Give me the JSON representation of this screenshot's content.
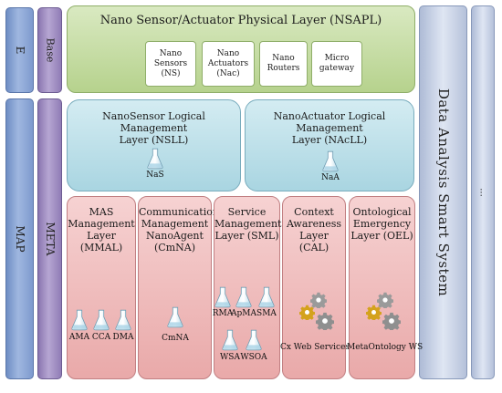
{
  "left_columns": {
    "e": "E",
    "base": "Base",
    "map": "MAP",
    "meta": "META"
  },
  "right_columns": {
    "data_analysis": "Data Analysis Smart System",
    "ellipsis": "..."
  },
  "nsapl": {
    "title": "Nano Sensor/Actuator Physical Layer (NSAPL)",
    "boxes": [
      "Nano\nSensors\n(NS)",
      "Nano\nActuators\n(Nac)",
      "Nano\nRouters",
      "Micro\ngateway"
    ]
  },
  "nsll": {
    "title": "NanoSensor Logical Management\nLayer (NSLL)",
    "agent": "NaS"
  },
  "nacll": {
    "title": "NanoActuator Logical Management\nLayer (NAcLL)",
    "agent": "NaA"
  },
  "mmal": {
    "title": "MAS\nManagement\nLayer\n(MMAL)",
    "agents": [
      "AMA",
      "CCA",
      "DMA"
    ]
  },
  "cmna": {
    "title": "Communication\nManagement\nNanoAgent\n(CmNA)",
    "agent": "CmNA"
  },
  "sml": {
    "title": "Service\nManagement\nLayer (SML)",
    "agents": [
      "RMA",
      "ApMA",
      "SMA",
      "WSA",
      "WSOA"
    ]
  },
  "cal": {
    "title": "Context\nAwareness\nLayer\n(CAL)",
    "label": "Cx Web Services"
  },
  "oel": {
    "title": "Ontological\nEmergency\nLayer (OEL)",
    "label": "MetaOntology WS"
  },
  "colors": {
    "physical_layer": "#b6d28d",
    "logical_layer": "#a9d5e1",
    "management_layer": "#e9a9a9",
    "column_blue": "#8aa6d8",
    "column_purple": "#a896c6"
  }
}
